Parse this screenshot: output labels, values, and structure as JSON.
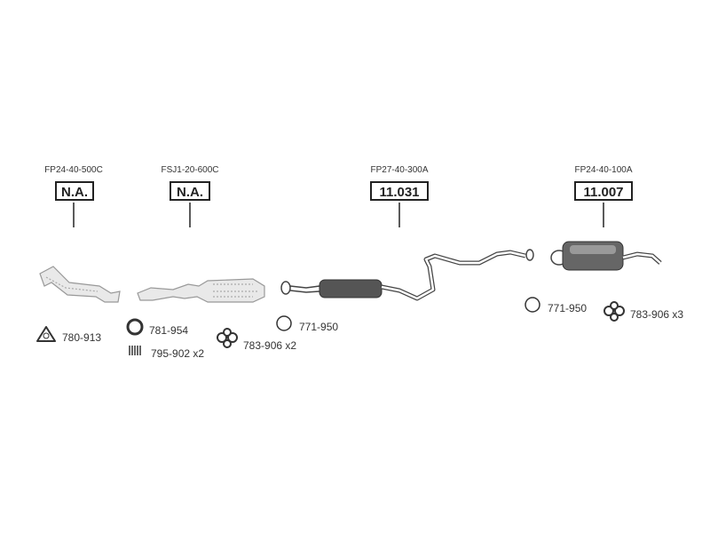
{
  "assemblies": [
    {
      "code": "FP24-40-500C",
      "label": "N.A."
    },
    {
      "code": "FSJ1-20-600C",
      "label": "N.A."
    },
    {
      "code": "FP27-40-300A",
      "label": "11.031"
    },
    {
      "code": "FP24-40-100A",
      "label": "11.007"
    }
  ],
  "parts": [
    {
      "label": "780-913"
    },
    {
      "label": "781-954"
    },
    {
      "label": "795-902 x2"
    },
    {
      "label": "783-906 x2"
    },
    {
      "label": "771-950"
    },
    {
      "label": "771-950"
    },
    {
      "label": "783-906 x3"
    }
  ]
}
